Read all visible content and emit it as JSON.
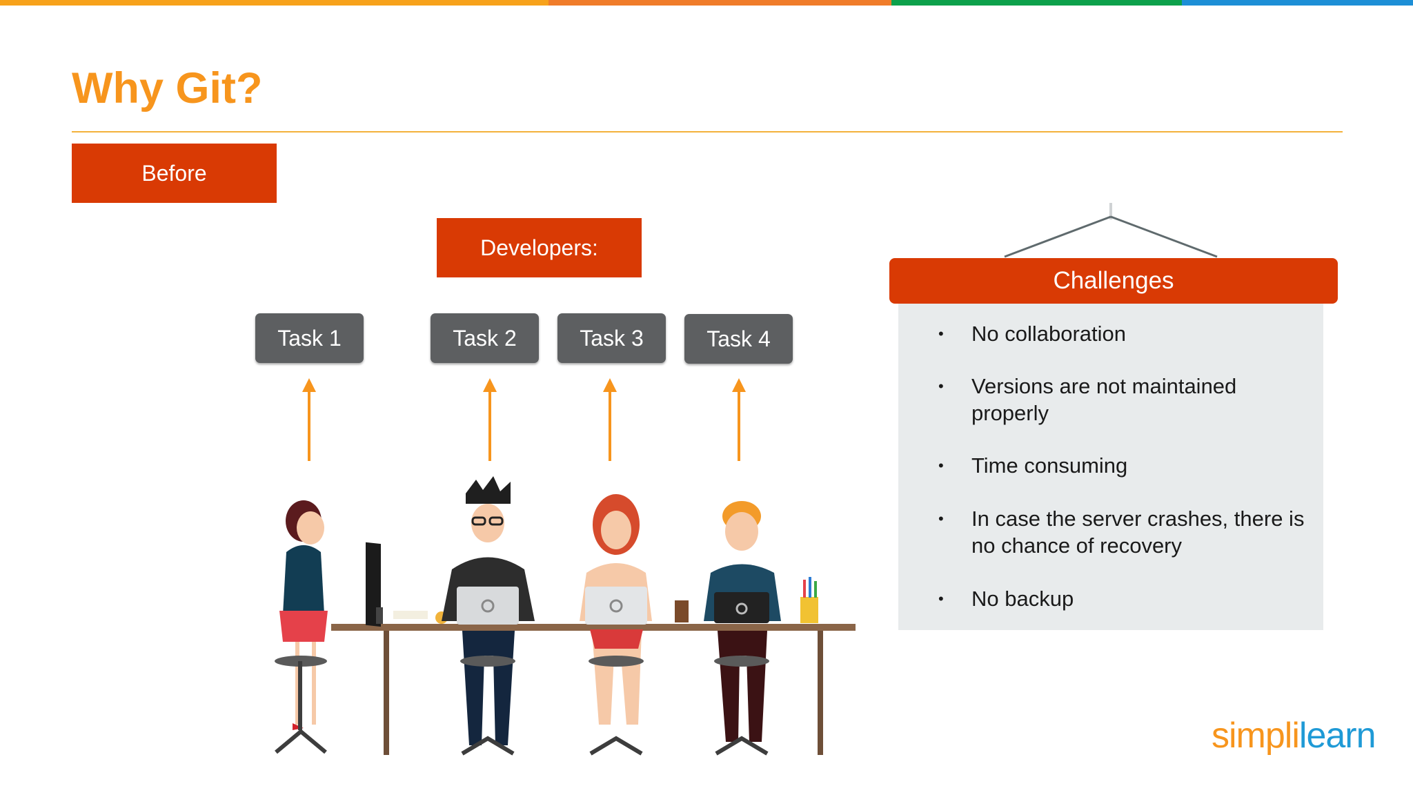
{
  "slide": {
    "title": "Why Git?",
    "before_label": "Before",
    "developers_label": "Developers:",
    "tasks": [
      "Task 1",
      "Task 2",
      "Task 3",
      "Task 4"
    ],
    "challenges": {
      "heading": "Challenges",
      "items": [
        [
          "No collaboration"
        ],
        [
          "Versions are not maintained",
          "properly"
        ],
        [
          "Time consuming"
        ],
        [
          "In case the server crashes, there is",
          "no chance of recovery"
        ],
        [
          "No backup"
        ]
      ]
    },
    "logo": {
      "part1": "simpl",
      "part2": "i",
      "part3": "learn"
    }
  },
  "colors": {
    "accent_orange": "#f7951d",
    "accent_red": "#d93a04",
    "task_gray": "#5d5f61",
    "panel_gray": "#e8ebec",
    "topbar": [
      "#f7a21b",
      "#f07c2a",
      "#0da14b",
      "#1d8fd6"
    ]
  }
}
